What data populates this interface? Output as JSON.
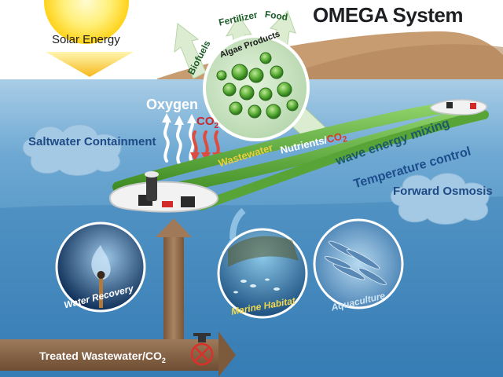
{
  "title": "OMEGA System",
  "solar_label": "Solar Energy",
  "oxygen_label": "Oxygen",
  "co2_label": {
    "base": "CO",
    "sub": "2"
  },
  "saltwater_label": "Saltwater Containment",
  "forward_osmosis_label": "Forward Osmosis",
  "wastewater_label": "Wastewater",
  "nutrients_label": {
    "text": "Nutrients/",
    "co2": "CO",
    "sub": "2"
  },
  "wave_label": "wave energy mixing",
  "temperature_label": "Temperature control",
  "products": {
    "biofuels": "Biofuels",
    "fertilizer": "Fertilizer",
    "food": "Food",
    "algae": "Algae Products"
  },
  "circles": {
    "water_recovery": "Water Recovery",
    "marine_habitat": "Marine Habitat",
    "aquaculture": "Aquaculture"
  },
  "treated_label": {
    "text": "Treated Wastewater/CO",
    "sub": "2"
  },
  "colors": {
    "sky": "#ffffff",
    "ocean_top": "#7fb4d8",
    "ocean_deep": "#3f86bd",
    "hills": "#c2956a",
    "tube_green": "#5ea93a",
    "pipe_brown": "#8f6a4a",
    "arrow_green": "#dbecd0"
  },
  "icons": [
    "sun-icon",
    "valve-icon",
    "up-arrow-icon",
    "wavy-arrow-icon"
  ]
}
